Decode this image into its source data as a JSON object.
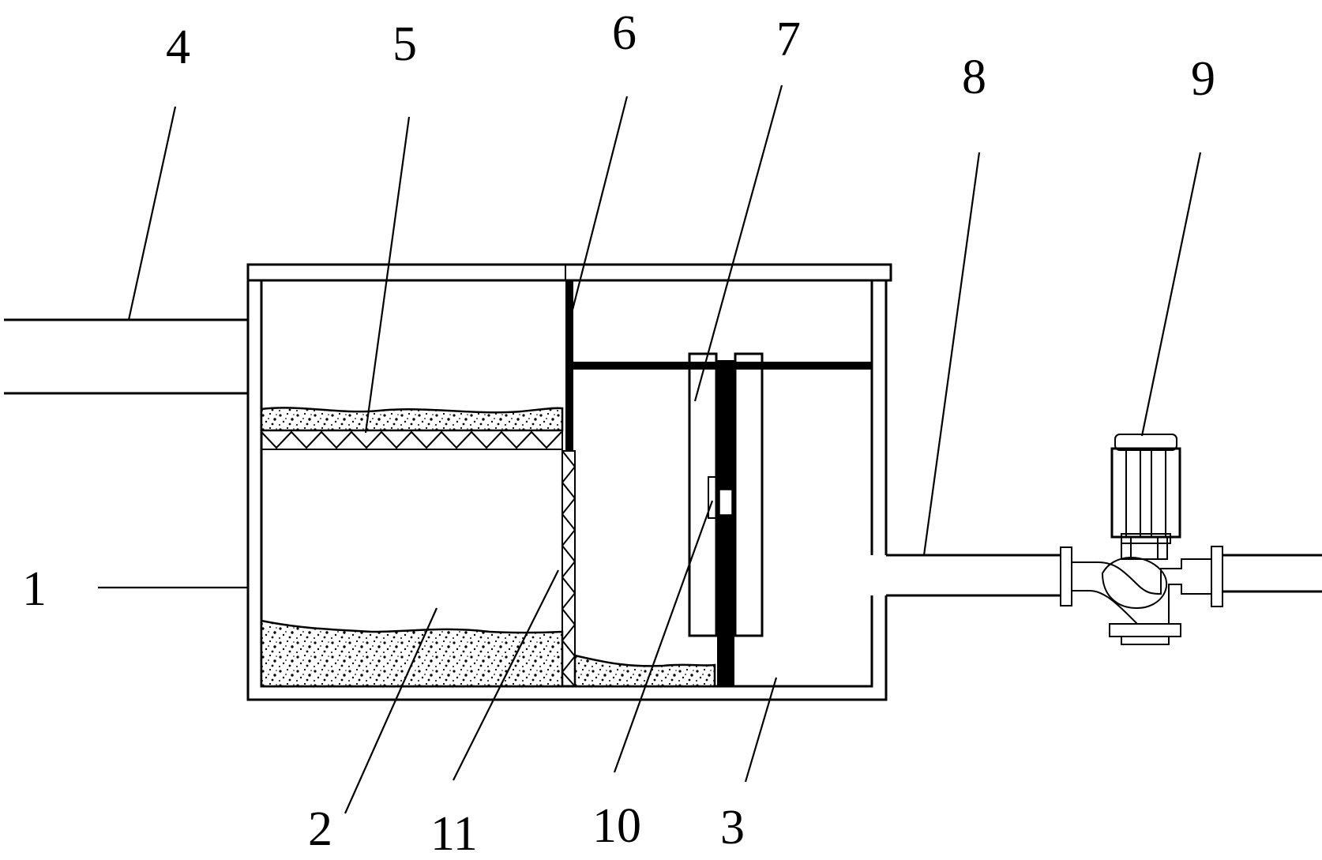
{
  "labels": {
    "l1": "1",
    "l2": "2",
    "l3": "3",
    "l4": "4",
    "l5": "5",
    "l6": "6",
    "l7": "7",
    "l8": "8",
    "l9": "9",
    "l10": "10",
    "l11": "11"
  },
  "colors": {
    "line": "#000000",
    "background": "#ffffff"
  }
}
